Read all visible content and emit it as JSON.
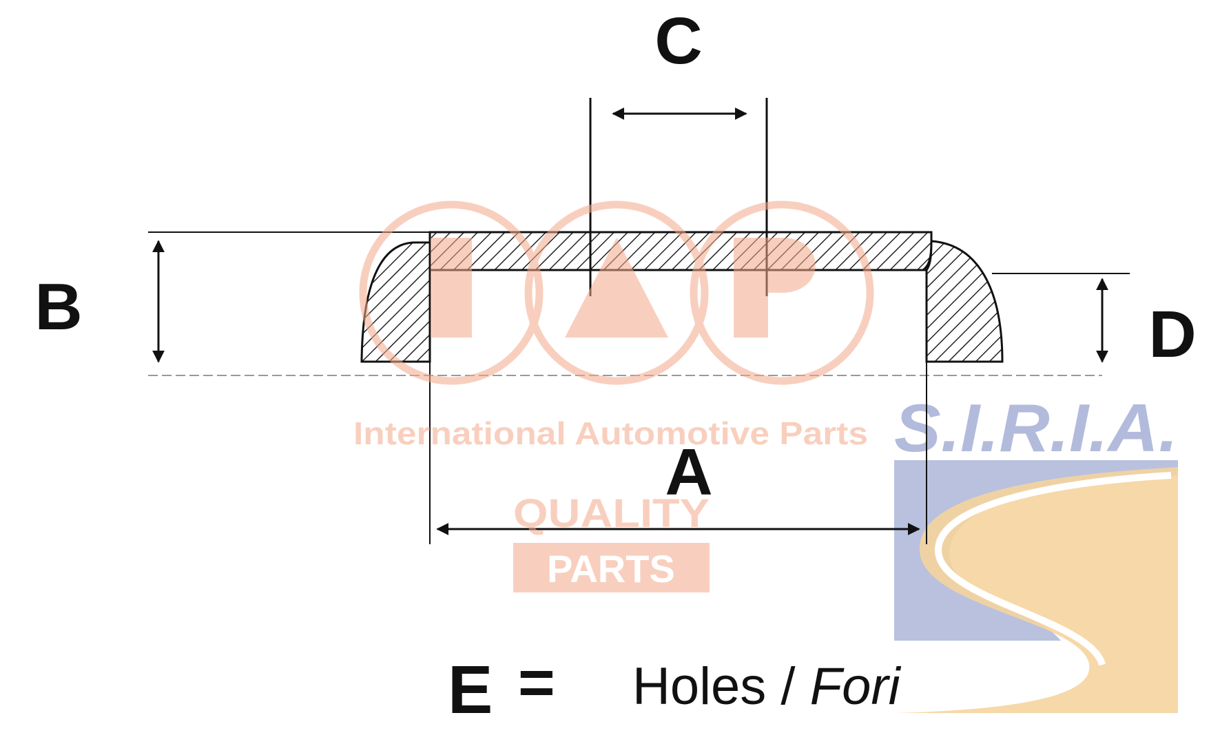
{
  "labels": {
    "a": "A",
    "b": "B",
    "c": "C",
    "d": "D",
    "e": "E"
  },
  "legend": {
    "equals": "=",
    "text": "Holes / ",
    "text_italic": "Fori"
  },
  "watermark_iap": {
    "tagline": "International Automotive Parts",
    "quality": "QUALITY",
    "parts": "PARTS",
    "color": "#f4a98a"
  },
  "watermark_siria": {
    "name": "S.I.R.I.A.",
    "blue": "#aab4d8",
    "orange": "#f5cf95"
  }
}
